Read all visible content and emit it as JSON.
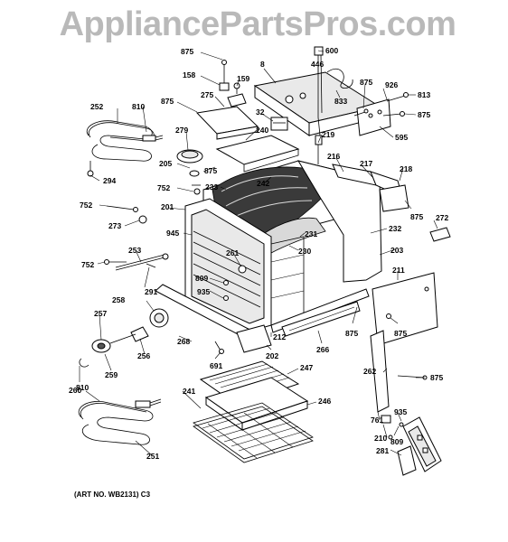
{
  "watermark": "AppliancePartsPros.com",
  "art_number": "(ART NO. WB2131) C3",
  "part_labels": {
    "l600": "600",
    "l875a": "875",
    "l8": "8",
    "l446": "446",
    "l158": "158",
    "l159": "159",
    "l875b": "875",
    "l926": "926",
    "l813": "813",
    "l875c": "875",
    "l833": "833",
    "l252": "252",
    "l810a": "810",
    "l275": "275",
    "l32": "32",
    "l279": "279",
    "l240": "240",
    "l219": "219",
    "l595": "595",
    "l205": "205",
    "l875d": "875",
    "l242": "242",
    "l216": "216",
    "l217": "217",
    "l218": "218",
    "l294": "294",
    "l752a": "752",
    "l233": "233",
    "l875e": "875",
    "l752b": "752",
    "l201": "201",
    "l272": "272",
    "l273": "273",
    "l945": "945",
    "l232": "232",
    "l231": "231",
    "l261": "261",
    "l230": "230",
    "l203": "203",
    "l253": "253",
    "l752c": "752",
    "l211": "211",
    "l809a": "809",
    "l291": "291",
    "l935a": "935",
    "l258": "258",
    "l257": "257",
    "l256": "256",
    "l268": "268",
    "l212": "212",
    "l875f": "875",
    "l875g": "875",
    "l266": "266",
    "l259": "259",
    "l691": "691",
    "l202": "202",
    "l247": "247",
    "l262": "262",
    "l875h": "875",
    "l260": "260",
    "l810b": "810",
    "l241": "241",
    "l246": "246",
    "l935b": "935",
    "l761": "761",
    "l210": "210",
    "l809b": "809",
    "l281": "281",
    "l251": "251"
  }
}
